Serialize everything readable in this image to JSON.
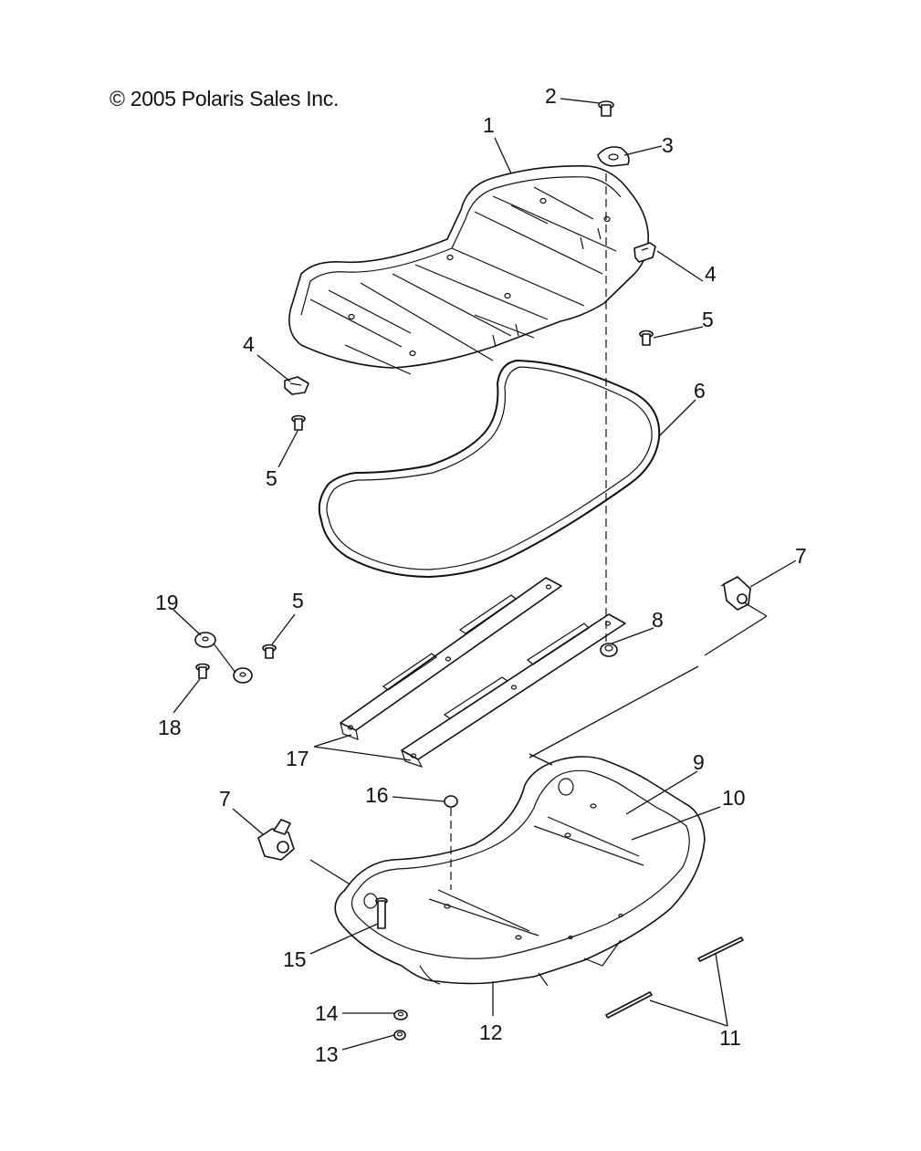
{
  "copyright": "© 2005 Polaris Sales Inc.",
  "callouts": [
    {
      "id": "c1",
      "text": "1"
    },
    {
      "id": "c2",
      "text": "2"
    },
    {
      "id": "c3",
      "text": "3"
    },
    {
      "id": "c4a",
      "text": "4"
    },
    {
      "id": "c4b",
      "text": "4"
    },
    {
      "id": "c5a",
      "text": "5"
    },
    {
      "id": "c5b",
      "text": "5"
    },
    {
      "id": "c5c",
      "text": "5"
    },
    {
      "id": "c6",
      "text": "6"
    },
    {
      "id": "c7a",
      "text": "7"
    },
    {
      "id": "c7b",
      "text": "7"
    },
    {
      "id": "c8",
      "text": "8"
    },
    {
      "id": "c9",
      "text": "9"
    },
    {
      "id": "c10",
      "text": "10"
    },
    {
      "id": "c11",
      "text": "11"
    },
    {
      "id": "c12",
      "text": "12"
    },
    {
      "id": "c13",
      "text": "13"
    },
    {
      "id": "c14",
      "text": "14"
    },
    {
      "id": "c15",
      "text": "15"
    },
    {
      "id": "c16",
      "text": "16"
    },
    {
      "id": "c17",
      "text": "17"
    },
    {
      "id": "c18",
      "text": "18"
    },
    {
      "id": "c19",
      "text": "19"
    }
  ]
}
